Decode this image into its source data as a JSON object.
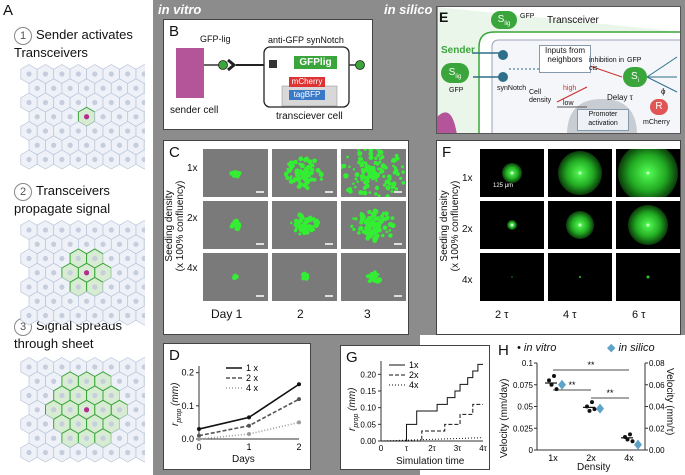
{
  "panel_a": {
    "label": "A",
    "steps": [
      {
        "num": "1",
        "text": "Sender activates Transceivers"
      },
      {
        "num": "2",
        "text": "Transceivers propagate signal"
      },
      {
        "num": "3",
        "text": "Signal spreads through sheet"
      }
    ]
  },
  "headers": {
    "in_vitro": "in vitro",
    "in_silico": "in silico"
  },
  "panel_b": {
    "label": "B",
    "gfp_lig": "GFP-lig",
    "synnotch": "anti-GFP synNotch",
    "gfplig_box": "GFPlig",
    "mcherry_box": "mCherry",
    "tagbfp_box": "tagBFP",
    "sender": "sender cell",
    "transceiver": "transciever cell"
  },
  "panel_c": {
    "label": "C",
    "ylabel": "Seeding density",
    "ylabel2": "(x 100% confluency)",
    "rows": [
      "1x",
      "2x",
      "4x"
    ],
    "cols": [
      "Day 1",
      "2",
      "3"
    ]
  },
  "panel_e": {
    "label": "E",
    "transceiver": "Transceiver",
    "sender": "Sender",
    "s_lig": "S",
    "s_lig_sub": "lig",
    "gfp": "GFP",
    "inputs": "Inputs from neighbors",
    "synnotch": "synNotch",
    "inhibition": "inhibition in cis",
    "s_i": "S",
    "s_i_sub": "i",
    "delay": "Delay τ",
    "cell_density": "Cell density",
    "high": "high",
    "low": "low",
    "promoter": "Promoter activation",
    "r": "R",
    "mcherry": "mCherry",
    "phi": "ϕ"
  },
  "panel_f": {
    "label": "F",
    "ylabel": "Seeding density",
    "ylabel2": "(x 100% confluency)",
    "rows": [
      "1x",
      "2x",
      "4x"
    ],
    "cols": [
      "2 τ",
      "4 τ",
      "6 τ"
    ],
    "scalebar": "125 μm"
  },
  "panel_d": {
    "label": "D",
    "ylabel": "r",
    "ylabel_sub": "prop",
    "ylabel_unit": "(mm)",
    "xlabel": "Days"
  },
  "panel_g": {
    "label": "G",
    "ylabel": "r",
    "ylabel_sub": "prop",
    "ylabel_unit": "(mm)",
    "xlabel": "Simulation time"
  },
  "panel_h": {
    "label": "H",
    "legend_vitro": "in vitro",
    "legend_silico": "in silico",
    "ylabel_left": "Velocity (mm/day)",
    "ylabel_right": "Velocity (mm/τ)",
    "xlabel": "Density",
    "sig": [
      "**",
      "**",
      "**"
    ]
  },
  "colors": {
    "green": "#3aa53a",
    "bright_green": "#33ff33",
    "magenta": "#b0308f",
    "teal": "#2f6f8a",
    "gray_bg": "#8c8c8c",
    "diamond": "#5fa3c9",
    "red": "#e25555"
  },
  "chart_data": [
    {
      "type": "line",
      "panel": "D",
      "x": [
        0,
        1,
        2
      ],
      "xlim": [
        0,
        2
      ],
      "ylim": [
        0,
        0.22
      ],
      "yticks": [
        0.0,
        0.1,
        0.2
      ],
      "xticks": [
        0,
        1,
        2
      ],
      "series": [
        {
          "name": "1 x",
          "values": [
            0.03,
            0.065,
            0.165
          ],
          "style": "solid"
        },
        {
          "name": "2 x",
          "values": [
            0.01,
            0.04,
            0.12
          ],
          "style": "dashed"
        },
        {
          "name": "4 x",
          "values": [
            0.0,
            0.015,
            0.05
          ],
          "style": "dotted"
        }
      ]
    },
    {
      "type": "line",
      "panel": "G",
      "xticks": [
        "0",
        "τ",
        "2τ",
        "3τ",
        "4τ"
      ],
      "yticks": [
        0.0,
        0.05,
        0.1,
        0.15,
        0.2
      ],
      "xlim": [
        0,
        4
      ],
      "ylim": [
        0,
        0.24
      ],
      "series": [
        {
          "name": "1x",
          "style": "solid",
          "x": [
            0,
            1.0,
            1.0,
            1.4,
            1.4,
            2.2,
            2.2,
            2.6,
            2.6,
            2.9,
            2.9,
            3.1,
            3.1,
            3.4,
            3.4,
            3.6,
            3.6,
            3.8,
            3.8,
            4.0
          ],
          "y": [
            0,
            0,
            0.05,
            0.05,
            0.09,
            0.09,
            0.11,
            0.11,
            0.13,
            0.13,
            0.15,
            0.15,
            0.17,
            0.17,
            0.19,
            0.19,
            0.21,
            0.21,
            0.23,
            0.23
          ]
        },
        {
          "name": "2x",
          "style": "dashed",
          "x": [
            0,
            1.6,
            1.6,
            2.5,
            2.5,
            3.1,
            3.1,
            3.6,
            3.6,
            4.0
          ],
          "y": [
            0,
            0,
            0.03,
            0.03,
            0.05,
            0.05,
            0.08,
            0.08,
            0.11,
            0.11
          ]
        },
        {
          "name": "4x",
          "style": "dotted",
          "x": [
            0,
            4.0
          ],
          "y": [
            0,
            0.01
          ]
        }
      ]
    },
    {
      "type": "scatter",
      "panel": "H",
      "categories": [
        "1x",
        "2x",
        "4x"
      ],
      "yticks_left": [
        0.0,
        0.025,
        0.05,
        0.075,
        0.1
      ],
      "yticks_right": [
        0.0,
        0.02,
        0.04,
        0.06,
        0.08
      ],
      "ylim_left": [
        0,
        0.1
      ],
      "ylim_right": [
        0,
        0.08
      ],
      "series": [
        {
          "name": "in vitro",
          "axis": "left",
          "points": [
            [
              0,
              0.08
            ],
            [
              0,
              0.075
            ],
            [
              0,
              0.085
            ],
            [
              0,
              0.07
            ],
            [
              1,
              0.05
            ],
            [
              1,
              0.045
            ],
            [
              1,
              0.055
            ],
            [
              1,
              0.047
            ],
            [
              2,
              0.015
            ],
            [
              2,
              0.012
            ],
            [
              2,
              0.018
            ],
            [
              2,
              0.01
            ]
          ],
          "means": [
            0.077,
            0.049,
            0.014
          ]
        },
        {
          "name": "in silico",
          "axis": "right",
          "points": [
            [
              0,
              0.06
            ],
            [
              1,
              0.038
            ],
            [
              2,
              0.005
            ]
          ]
        }
      ]
    }
  ]
}
